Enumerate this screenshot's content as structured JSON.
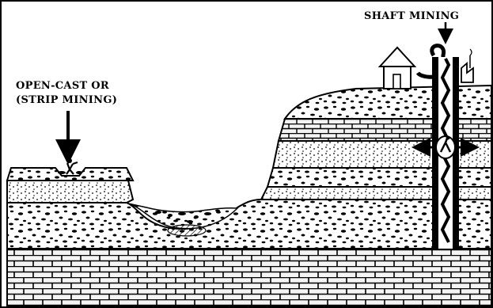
{
  "labels": {
    "shaft_mining": "SHAFT MINING",
    "open_cast_line1": "OPEN-CAST OR",
    "open_cast_line2": "(STRIP MINING)"
  },
  "colors": {
    "ink": "#000000",
    "paper": "#ffffff",
    "brick_fill": "#f4f4f4"
  },
  "icons": {
    "house": "house-icon",
    "factory": "factory-icon",
    "miner": "miner-icon"
  }
}
